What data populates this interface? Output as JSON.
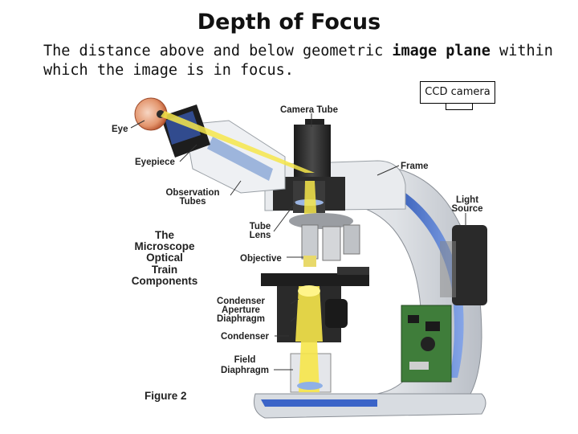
{
  "title": "Depth of Focus",
  "definition": {
    "before": "The distance above and below geometric ",
    "bold": "image plane",
    "after": " within which the image is in focus."
  },
  "ccd_label": "CCD camera",
  "labels": {
    "camera_tube": "Camera Tube",
    "eye": "Eye",
    "frame": "Frame",
    "eyepiece": "Eyepiece",
    "observation_1": "Observation",
    "observation_2": "Tubes",
    "light_1": "Light",
    "light_2": "Source",
    "tube_lens_1": "Tube",
    "tube_lens_2": "Lens",
    "components_1": "The",
    "components_2": "Microscope",
    "components_3": "Optical",
    "components_4": "Train",
    "components_5": "Components",
    "objective": "Objective",
    "cond_ap_1": "Condenser",
    "cond_ap_2": "Aperture",
    "cond_ap_3": "Diaphragm",
    "condenser": "Condenser",
    "field_1": "Field",
    "field_2": "Diaphragm",
    "figure": "Figure 2"
  }
}
